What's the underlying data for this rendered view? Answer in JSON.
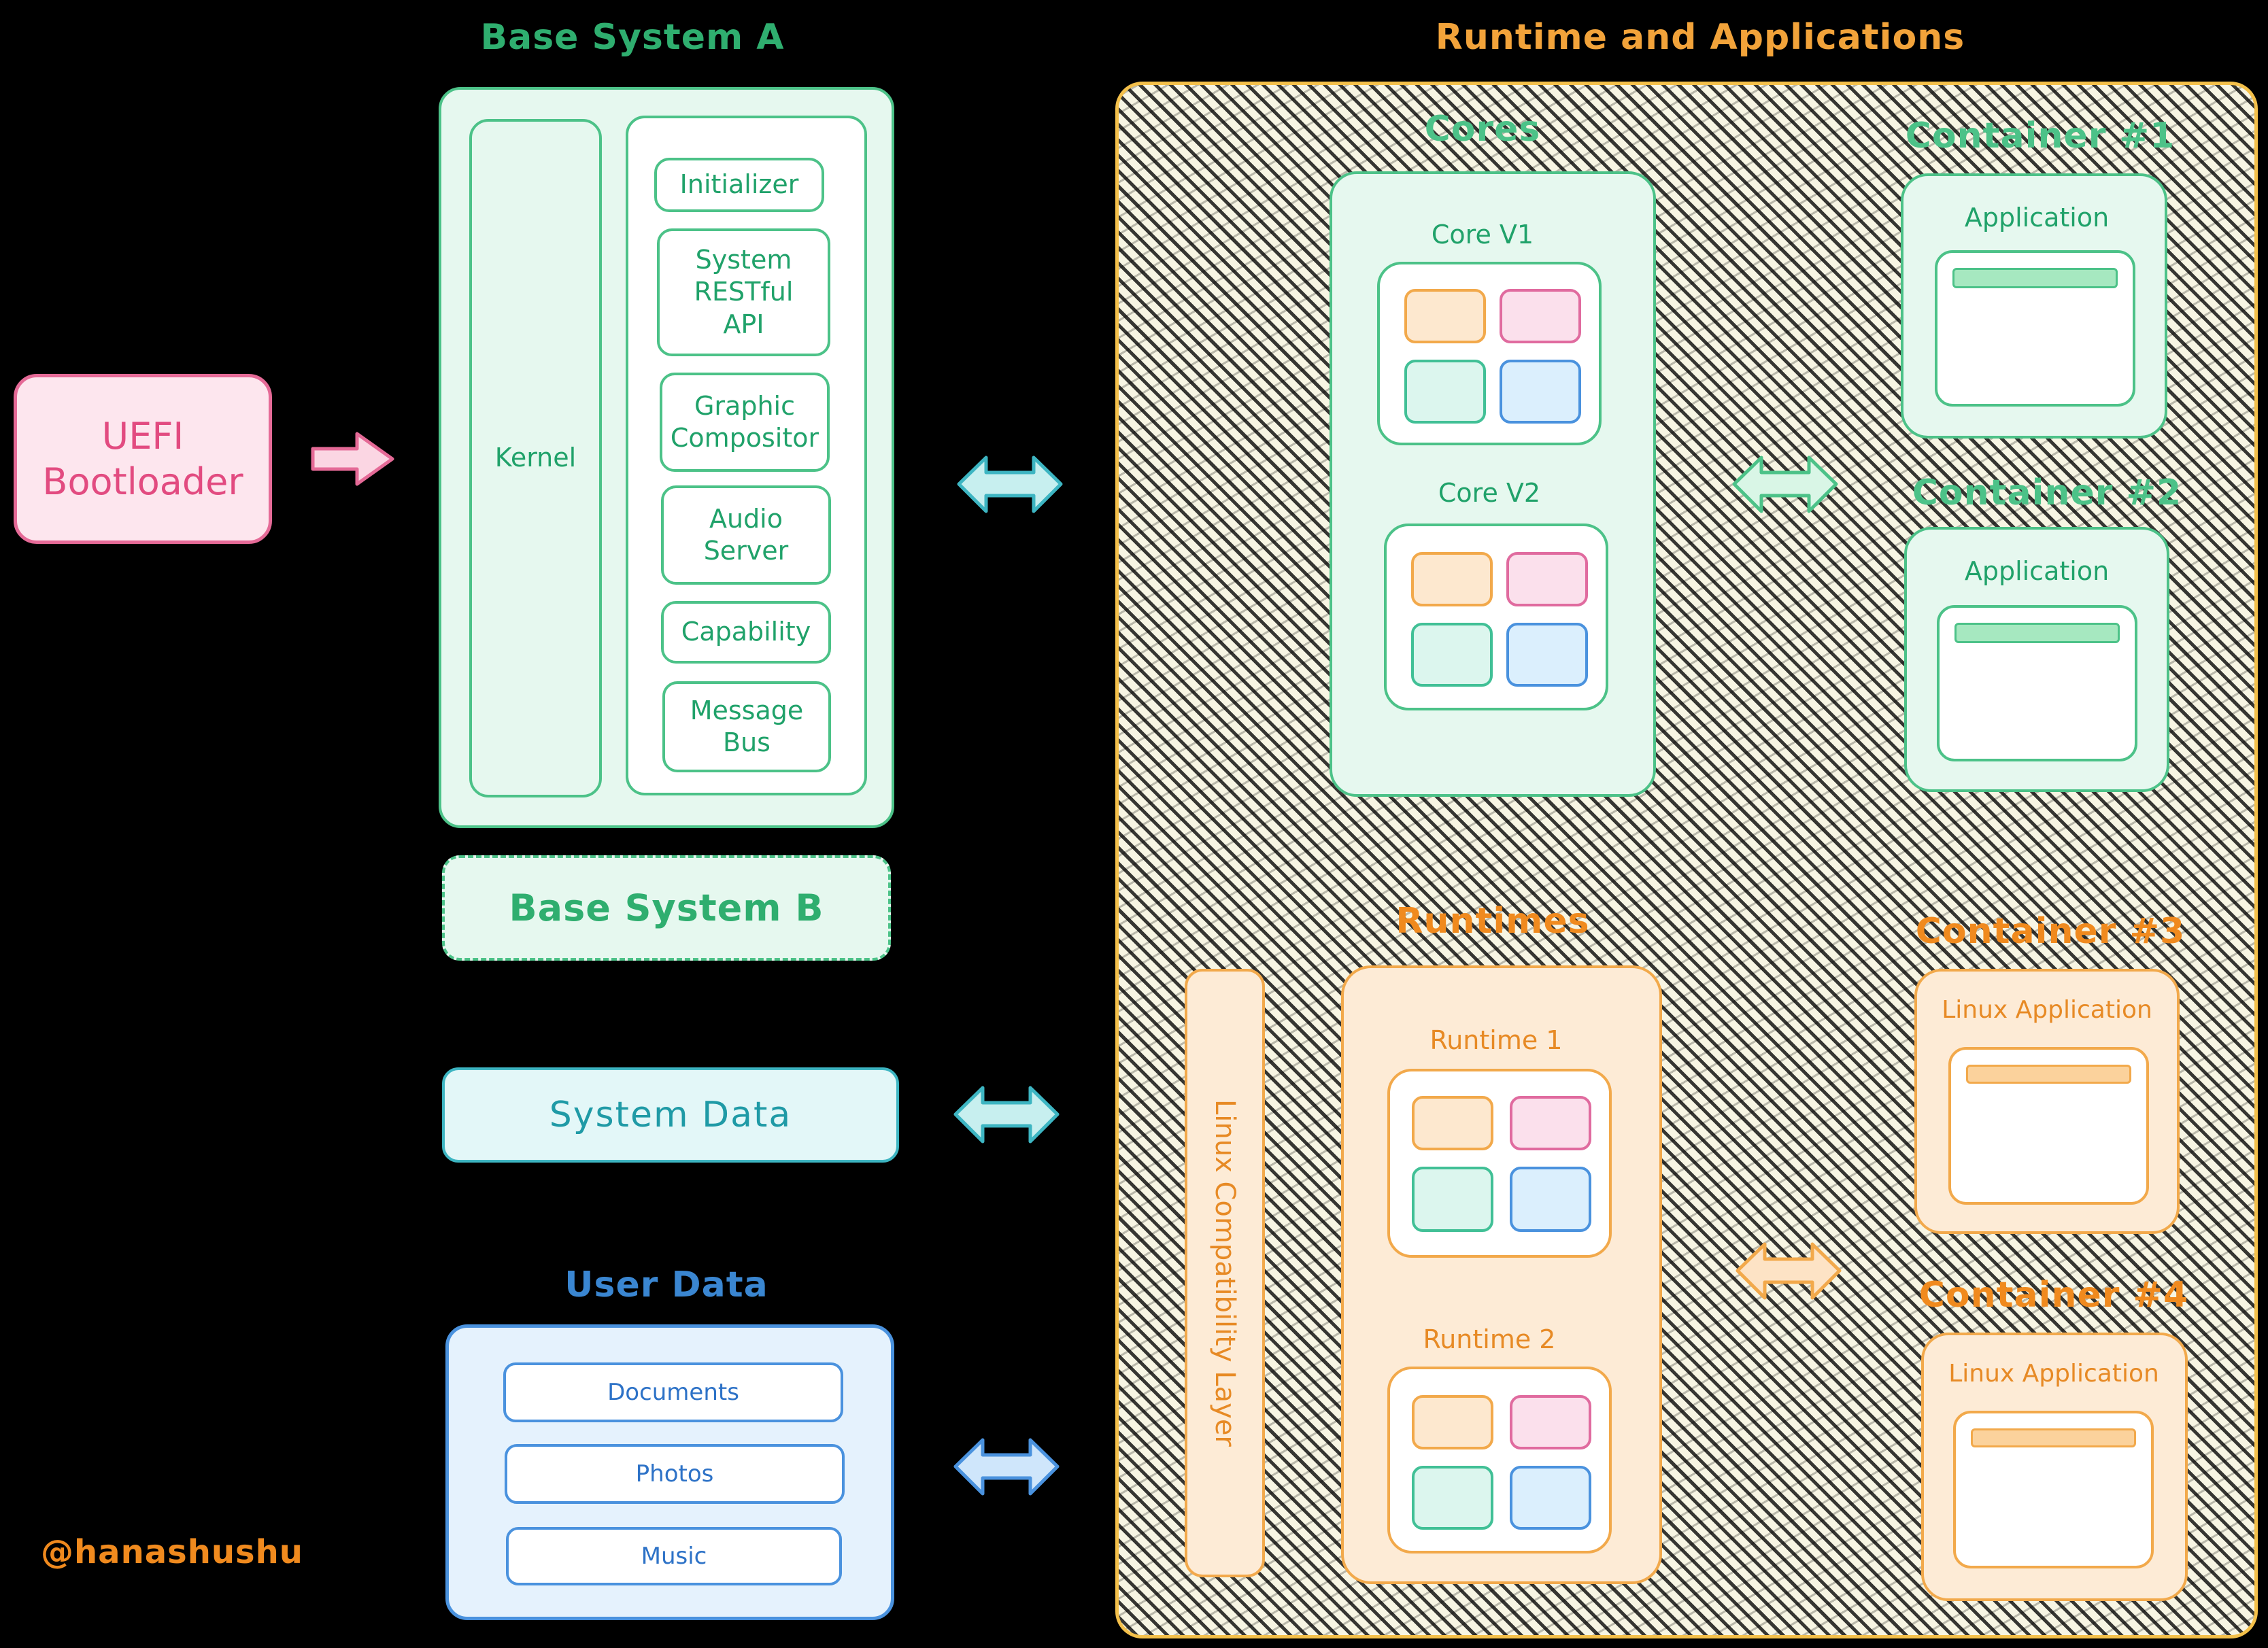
{
  "left": {
    "uefi_label": "UEFI\nBootloader",
    "base_a_heading": "Base System A",
    "kernel_label": "Kernel",
    "services": [
      "Initializer",
      "System\nRESTful\nAPI",
      "Graphic\nCompositor",
      "Audio\nServer",
      "Capability",
      "Message\nBus"
    ],
    "base_b_label": "Base System B",
    "system_data_label": "System Data",
    "user_data_heading": "User Data",
    "user_data_items": [
      "Documents",
      "Photos",
      "Music"
    ],
    "watermark": "@hanashushu"
  },
  "right": {
    "heading": "Runtime and Applications",
    "cores_heading": "Cores",
    "core_v1": "Core V1",
    "core_v2": "Core V2",
    "container1": "Container #1",
    "container2": "Container #2",
    "container3": "Container #3",
    "container4": "Container #4",
    "application": "Application",
    "linux_application": "Linux Application",
    "runtimes_heading": "Runtimes",
    "runtime1": "Runtime 1",
    "runtime2": "Runtime 2",
    "compat_layer": "Linux Compatibility Layer"
  },
  "colors": {
    "green": "#4cc288",
    "pink": "#e56a97",
    "teal": "#3db5c2",
    "blue": "#4a92de",
    "orange": "#f2a94b",
    "yellow": "#f4c04a"
  }
}
